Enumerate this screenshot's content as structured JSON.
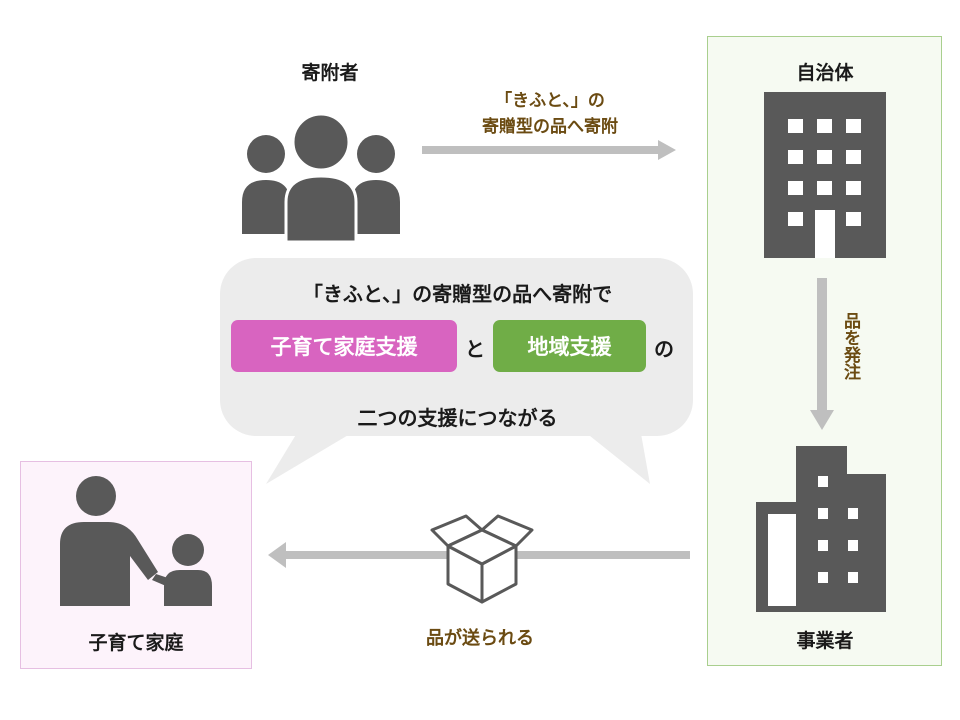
{
  "nodes": {
    "donor": "寄附者",
    "municipality": "自治体",
    "business": "事業者",
    "family": "子育て家庭"
  },
  "arrows": {
    "donate_line1": "「きふと、」の",
    "donate_line2": "寄贈型の品へ寄附",
    "order": "品を発注",
    "deliver": "品が送られる"
  },
  "bubble": {
    "line1": "「きふと、」の寄贈型の品へ寄附で",
    "tag_child": "子育て家庭支援",
    "connector": "と",
    "tag_region": "地域支援",
    "suffix": "の",
    "line3": "二つの支援につながる"
  },
  "icons": [
    "people-group-icon",
    "office-building-icon",
    "business-building-icon",
    "parent-child-icon",
    "open-box-icon"
  ],
  "colors": {
    "icon_gray": "#595959",
    "arrow_gray": "#bfbfbf",
    "brown_text": "#6b4b12",
    "tag_pink": "#d864c0",
    "tag_green": "#70ad47",
    "bubble_bg": "#ececec"
  }
}
